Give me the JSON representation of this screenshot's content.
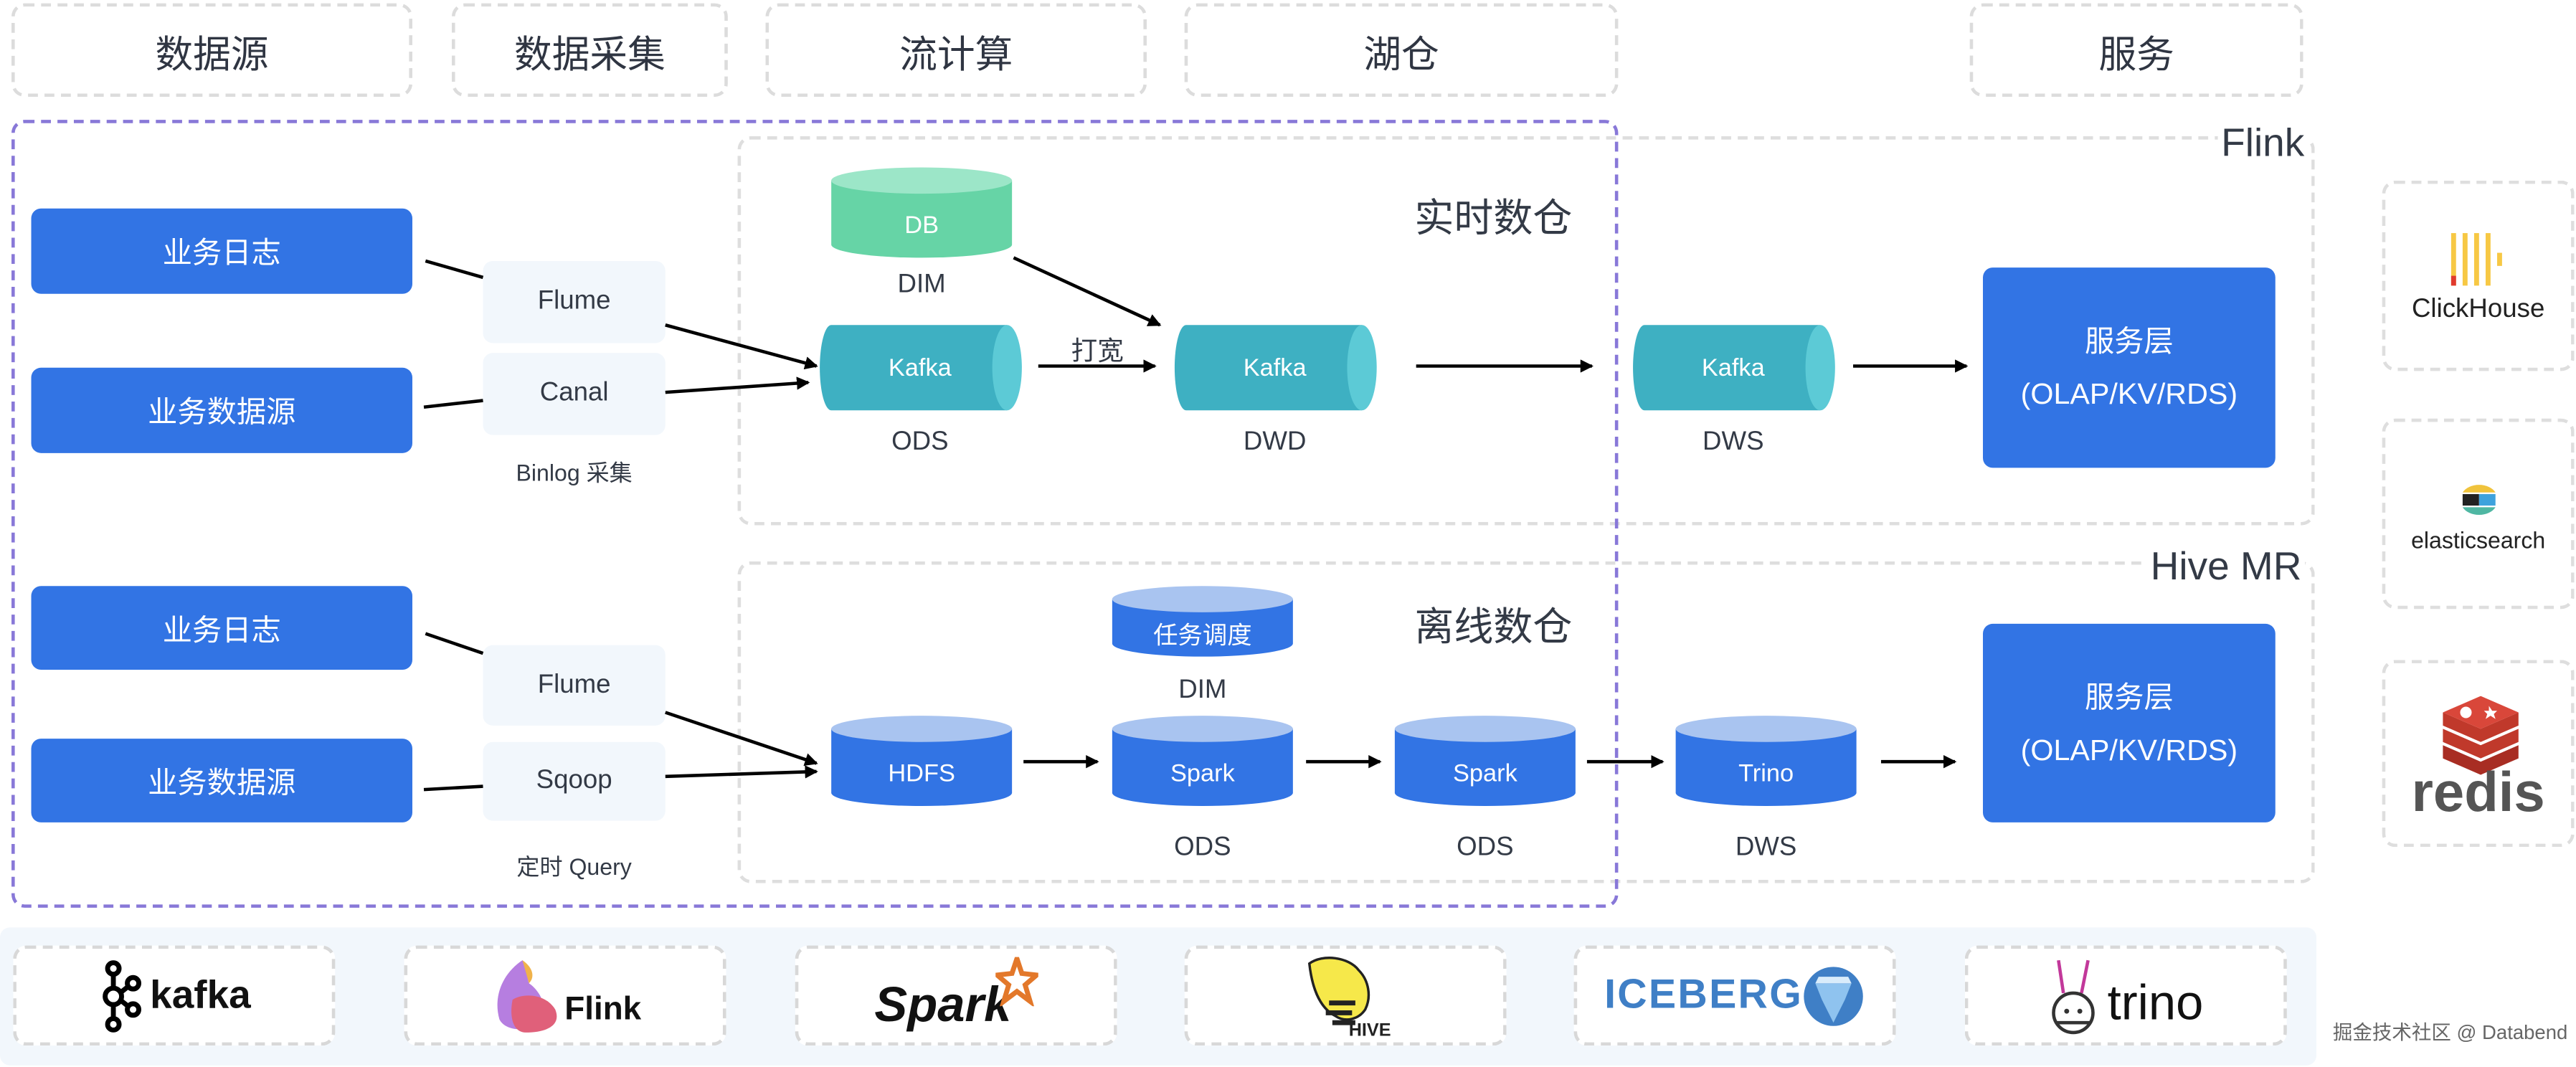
{
  "header": {
    "columns": [
      "数据源",
      "数据采集",
      "流计算",
      "湖仓",
      "服务"
    ]
  },
  "realtime": {
    "engine_label": "Flink",
    "zone_title": "实时数仓",
    "sources": [
      "业务日志",
      "业务数据源"
    ],
    "collectors": [
      "Flume",
      "Canal"
    ],
    "collector_caption": "Binlog 采集",
    "dim_db": {
      "label": "DB",
      "caption": "DIM"
    },
    "ods": {
      "label": "Kafka",
      "caption": "ODS"
    },
    "edge_label": "打宽",
    "dwd": {
      "label": "Kafka",
      "caption": "DWD"
    },
    "dws": {
      "label": "Kafka",
      "caption": "DWS"
    },
    "serving": {
      "line1": "服务层",
      "line2": "(OLAP/KV/RDS)"
    }
  },
  "offline": {
    "engine_label": "Hive MR",
    "zone_title": "离线数仓",
    "sources": [
      "业务日志",
      "业务数据源"
    ],
    "collectors": [
      "Flume",
      "Sqoop"
    ],
    "collector_caption": "定时 Query",
    "scheduler": {
      "label": "任务调度",
      "caption": "DIM"
    },
    "hdfs": {
      "label": "HDFS"
    },
    "spark1": {
      "label": "Spark",
      "caption": "ODS"
    },
    "spark2": {
      "label": "Spark",
      "caption": "ODS"
    },
    "trino": {
      "label": "Trino",
      "caption": "DWS"
    },
    "serving": {
      "line1": "服务层",
      "line2": "(OLAP/KV/RDS)"
    }
  },
  "serving_stores": [
    {
      "icon": "clickhouse-logo-icon",
      "label": "ClickHouse"
    },
    {
      "icon": "elasticsearch-logo-icon",
      "label": "elasticsearch"
    },
    {
      "icon": "redis-logo-icon",
      "label": "redis"
    }
  ],
  "tech_logos": [
    {
      "icon": "kafka-logo-icon",
      "label": "kafka"
    },
    {
      "icon": "flink-logo-icon",
      "label": "Flink"
    },
    {
      "icon": "spark-logo-icon",
      "label": "Spark"
    },
    {
      "icon": "hive-logo-icon",
      "label": "HIVE"
    },
    {
      "icon": "iceberg-logo-icon",
      "label": "ICEBERG"
    },
    {
      "icon": "trino-logo-icon",
      "label": "trino"
    }
  ],
  "colors": {
    "primary_blue": "#3274e4",
    "cylinder_blue_top": "#a9c4f0",
    "kafka_teal": "#3eb0c2",
    "kafka_teal_cap": "#5ccad6",
    "db_green": "#66d4a6",
    "db_green_top": "#9ce6c8",
    "outer_zone_border": "#8878d8"
  },
  "watermark": "掘金技术社区 @ Databend"
}
